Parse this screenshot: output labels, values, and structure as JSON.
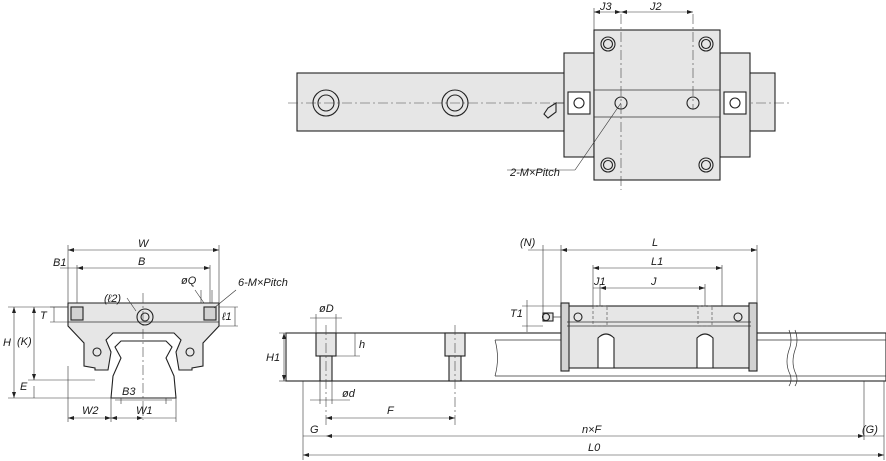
{
  "labels": {
    "top_view": {
      "J3": "J3",
      "J2": "J2",
      "tap": "2-M×Pitch"
    },
    "end_view": {
      "W": "W",
      "B": "B",
      "B1": "B1",
      "phiQ": "øQ",
      "tap6": "6-M×Pitch",
      "l2": "(ℓ2)",
      "l1": "ℓ1",
      "T": "T",
      "H": "H",
      "K": "(K)",
      "E": "E",
      "B3": "B3",
      "W2": "W2",
      "W1": "W1"
    },
    "side_view": {
      "N": "(N)",
      "L": "L",
      "L1": "L1",
      "J1": "J1",
      "J": "J",
      "T1": "T1",
      "phiD": "øD",
      "h": "h",
      "H1": "H1",
      "phid": "ød",
      "F": "F",
      "G": "G",
      "nxF": "n×F",
      "G_paren": "(G)",
      "L0": "L0"
    }
  },
  "colors": {
    "line": "#222222",
    "body_fill": "#e6e6e6",
    "rail_fill": "#ffffff"
  }
}
